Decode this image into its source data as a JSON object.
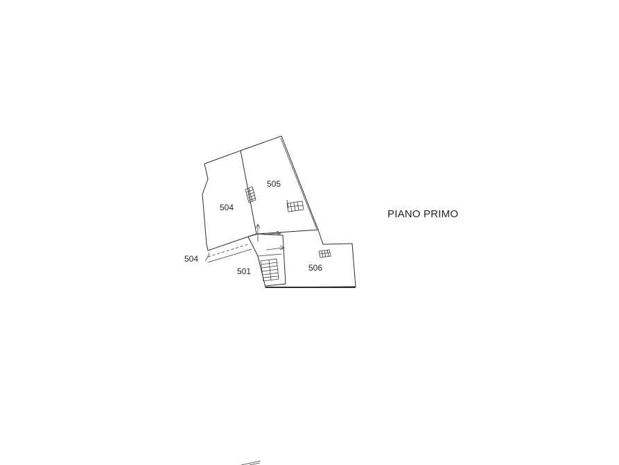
{
  "plan_title": "PIANO PRIMO",
  "units": {
    "u504": "504",
    "u505": "505",
    "u506": "506",
    "u501": "501",
    "u504_ref": "504"
  }
}
